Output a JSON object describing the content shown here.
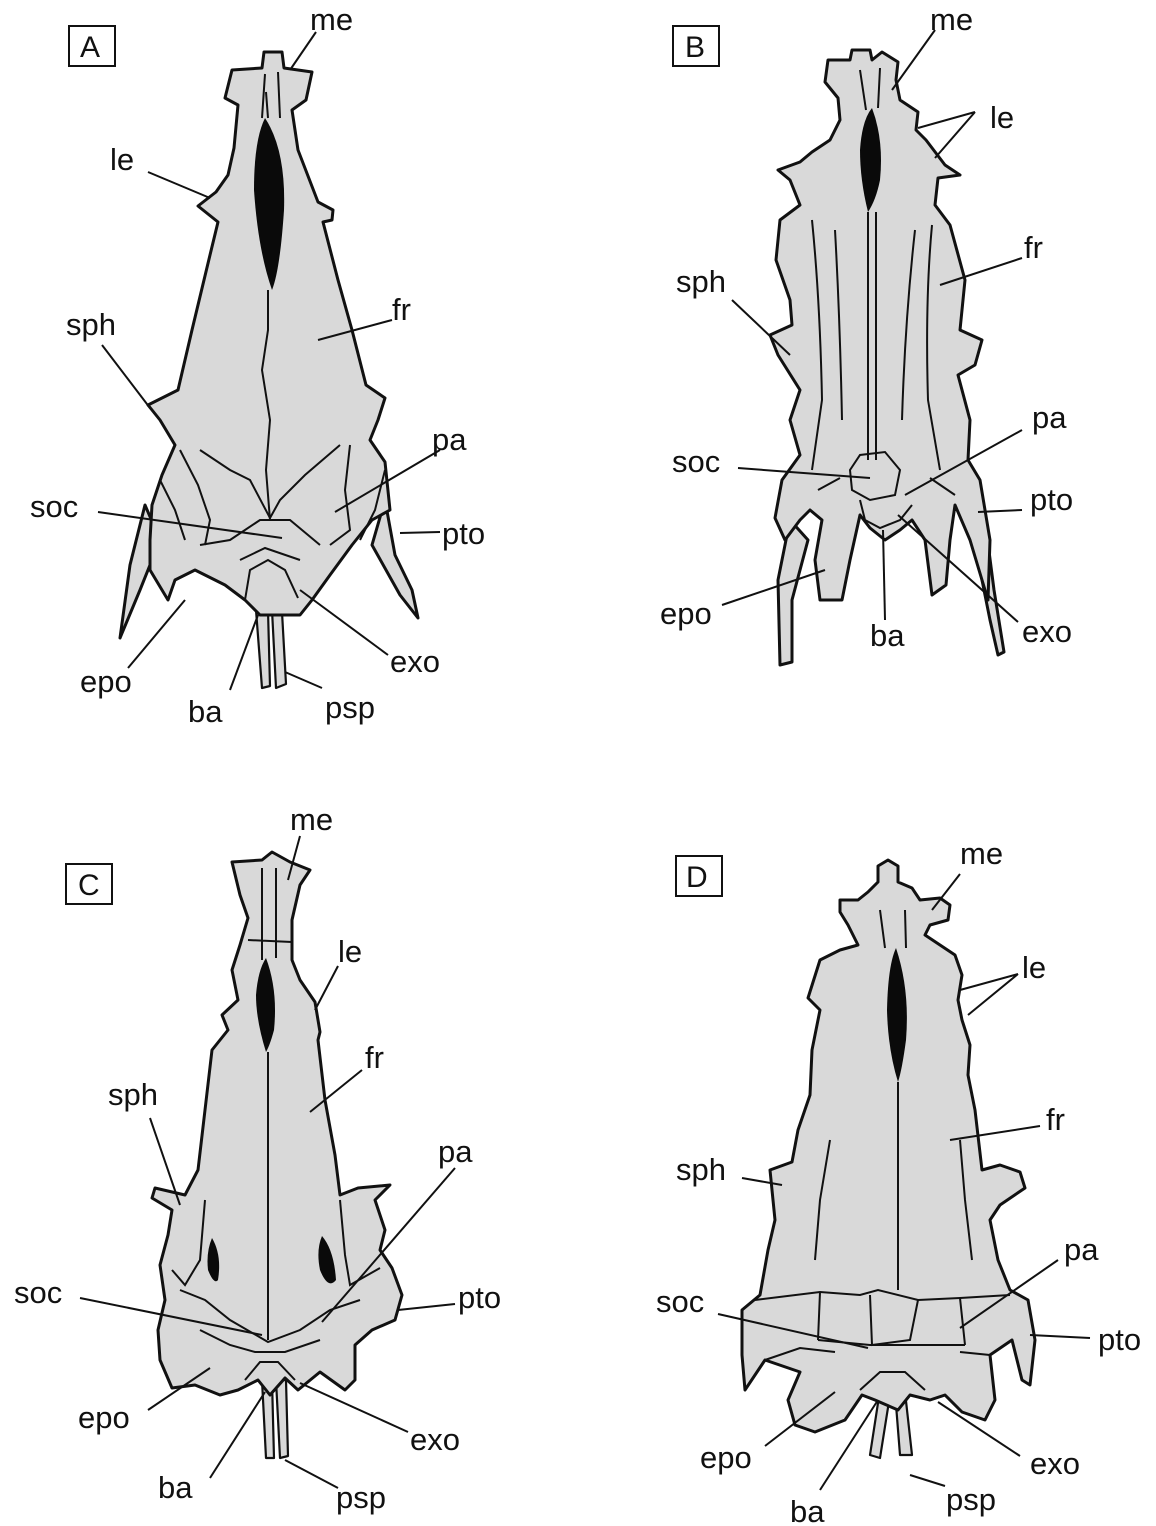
{
  "panels": [
    {
      "id": "A",
      "letter": "A",
      "labels": {
        "me": "me",
        "le": "le",
        "fr": "fr",
        "sph": "sph",
        "pa": "pa",
        "soc": "soc",
        "pto": "pto",
        "epo": "epo",
        "exo": "exo",
        "ba": "ba",
        "psp": "psp"
      }
    },
    {
      "id": "B",
      "letter": "B",
      "labels": {
        "me": "me",
        "le": "le",
        "fr": "fr",
        "sph": "sph",
        "pa": "pa",
        "soc": "soc",
        "pto": "pto",
        "epo": "epo",
        "exo": "exo",
        "ba": "ba"
      }
    },
    {
      "id": "C",
      "letter": "C",
      "labels": {
        "me": "me",
        "le": "le",
        "fr": "fr",
        "sph": "sph",
        "pa": "pa",
        "soc": "soc",
        "pto": "pto",
        "epo": "epo",
        "exo": "exo",
        "ba": "ba",
        "psp": "psp"
      }
    },
    {
      "id": "D",
      "letter": "D",
      "labels": {
        "me": "me",
        "le": "le",
        "fr": "fr",
        "sph": "sph",
        "pa": "pa",
        "soc": "soc",
        "pto": "pto",
        "epo": "epo",
        "exo": "exo",
        "ba": "ba",
        "psp": "psp"
      }
    }
  ],
  "colors": {
    "bone_fill": "#d9d9d9",
    "outline": "#111111",
    "fontanelle": "#0a0a0a"
  }
}
